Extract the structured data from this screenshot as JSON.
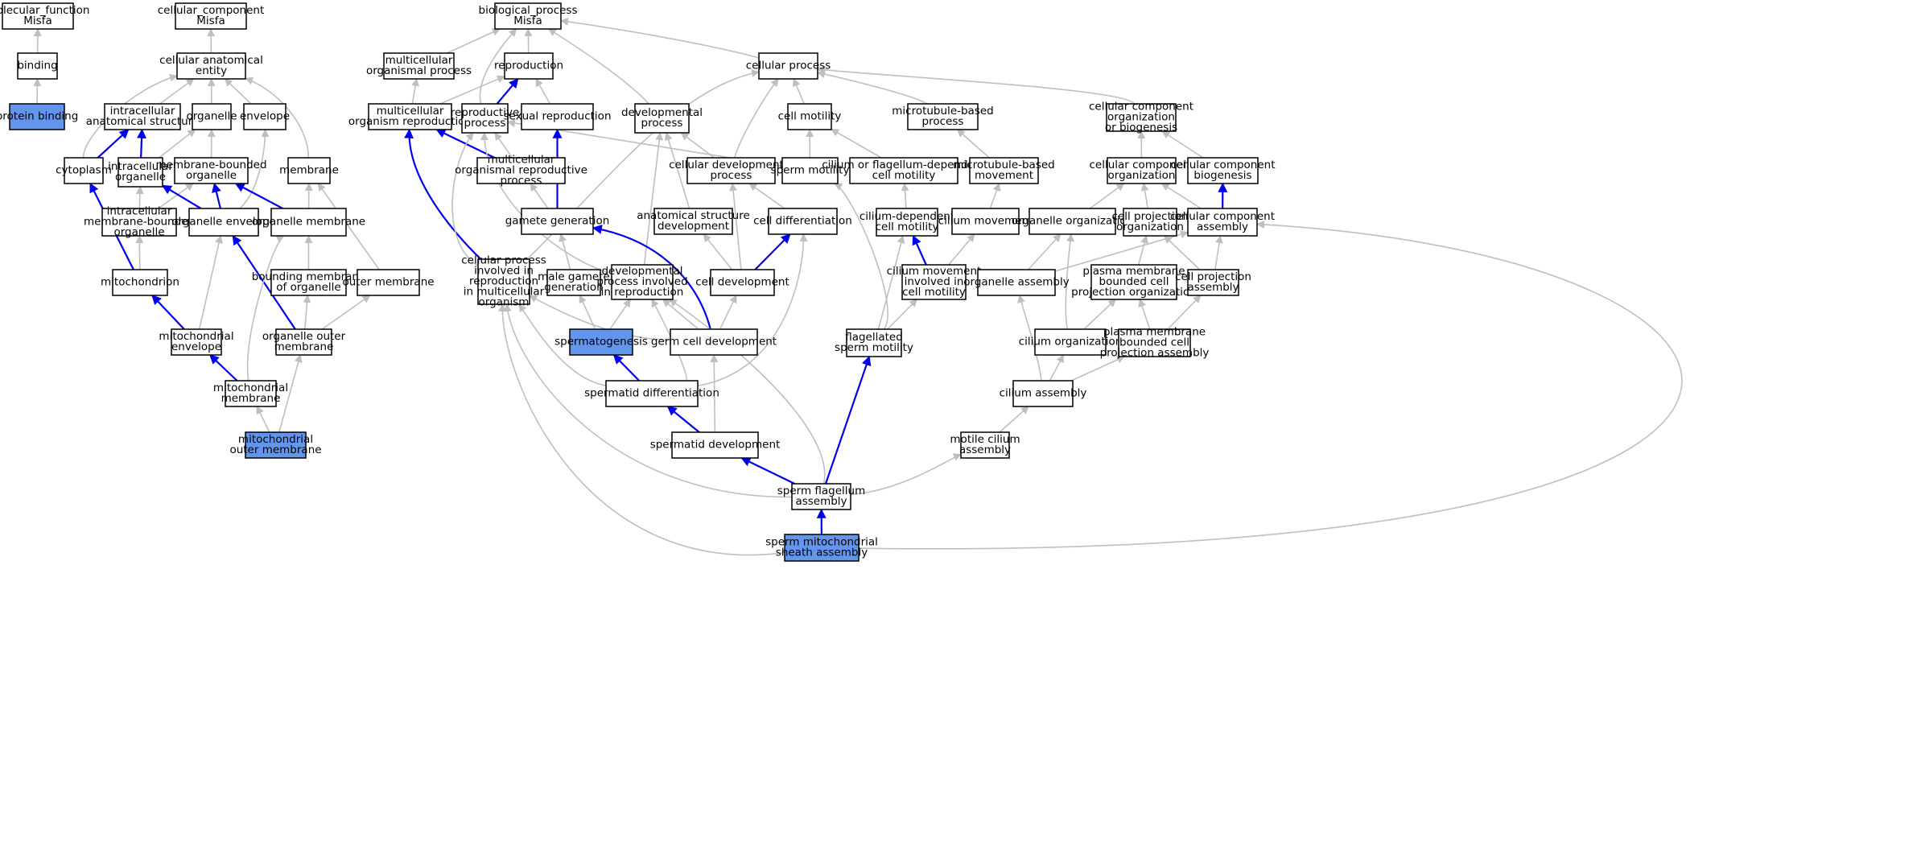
{
  "colors": {
    "node_fill": "#ffffff",
    "highlight_fill": "#6495ed",
    "gray_edge": "#bfbfbf",
    "blue_edge": "#0000ee"
  },
  "nodes": [
    {
      "id": "mf",
      "lines": [
        "molecular_function",
        "Misfa"
      ]
    },
    {
      "id": "binding",
      "lines": [
        "binding"
      ]
    },
    {
      "id": "protbind",
      "lines": [
        "protein binding"
      ],
      "highlight": true
    },
    {
      "id": "cc",
      "lines": [
        "cellular_component",
        "Misfa"
      ]
    },
    {
      "id": "cae",
      "lines": [
        "cellular anatomical",
        "entity"
      ]
    },
    {
      "id": "ias",
      "lines": [
        "intracellular",
        "anatomical structure"
      ]
    },
    {
      "id": "organelle",
      "lines": [
        "organelle"
      ]
    },
    {
      "id": "envelope",
      "lines": [
        "envelope"
      ]
    },
    {
      "id": "cytoplasm",
      "lines": [
        "cytoplasm"
      ]
    },
    {
      "id": "intorg",
      "lines": [
        "intracellular",
        "organelle"
      ]
    },
    {
      "id": "mbo",
      "lines": [
        "membrane-bounded",
        "organelle"
      ]
    },
    {
      "id": "membrane",
      "lines": [
        "membrane"
      ]
    },
    {
      "id": "imbo",
      "lines": [
        "intracellular",
        "membrane-bounded",
        "organelle"
      ]
    },
    {
      "id": "orgenv",
      "lines": [
        "organelle envelope"
      ]
    },
    {
      "id": "orgmem",
      "lines": [
        "organelle membrane"
      ]
    },
    {
      "id": "mito",
      "lines": [
        "mitochondrion"
      ]
    },
    {
      "id": "bmo",
      "lines": [
        "bounding membrane",
        "of organelle"
      ]
    },
    {
      "id": "outmem",
      "lines": [
        "outer membrane"
      ]
    },
    {
      "id": "mitoenv",
      "lines": [
        "mitochondrial",
        "envelope"
      ]
    },
    {
      "id": "oom",
      "lines": [
        "organelle outer",
        "membrane"
      ]
    },
    {
      "id": "mitomem",
      "lines": [
        "mitochondrial",
        "membrane"
      ]
    },
    {
      "id": "mom",
      "lines": [
        "mitochondrial",
        "outer membrane"
      ],
      "highlight": true
    },
    {
      "id": "bp",
      "lines": [
        "biological_process",
        "Misfa"
      ]
    },
    {
      "id": "mop",
      "lines": [
        "multicellular",
        "organismal process"
      ]
    },
    {
      "id": "repro",
      "lines": [
        "reproduction"
      ]
    },
    {
      "id": "cellproc",
      "lines": [
        "cellular process"
      ]
    },
    {
      "id": "mor",
      "lines": [
        "multicellular",
        "organism reproduction"
      ]
    },
    {
      "id": "reprop",
      "lines": [
        "reproductive",
        "process"
      ]
    },
    {
      "id": "sexrep",
      "lines": [
        "sexual reproduction"
      ]
    },
    {
      "id": "devp",
      "lines": [
        "developmental",
        "process"
      ]
    },
    {
      "id": "cellmot",
      "lines": [
        "cell motility"
      ]
    },
    {
      "id": "mtbp",
      "lines": [
        "microtubule-based",
        "process"
      ]
    },
    {
      "id": "ccob",
      "lines": [
        "cellular component",
        "organization",
        "or biogenesis"
      ]
    },
    {
      "id": "morp",
      "lines": [
        "multicellular",
        "organismal reproductive",
        "process"
      ]
    },
    {
      "id": "cdp",
      "lines": [
        "cellular developmental",
        "process"
      ]
    },
    {
      "id": "spmot",
      "lines": [
        "sperm motility"
      ]
    },
    {
      "id": "cfdcm",
      "lines": [
        "cilium or flagellum-dependent",
        "cell motility"
      ]
    },
    {
      "id": "mtbm",
      "lines": [
        "microtubule-based",
        "movement"
      ]
    },
    {
      "id": "cco",
      "lines": [
        "cellular component",
        "organization"
      ]
    },
    {
      "id": "ccb",
      "lines": [
        "cellular component",
        "biogenesis"
      ]
    },
    {
      "id": "gamgen",
      "lines": [
        "gamete generation"
      ]
    },
    {
      "id": "asd",
      "lines": [
        "anatomical structure",
        "development"
      ]
    },
    {
      "id": "celldiff",
      "lines": [
        "cell differentiation"
      ]
    },
    {
      "id": "cdcm",
      "lines": [
        "cilium-dependent",
        "cell motility"
      ]
    },
    {
      "id": "cilmov",
      "lines": [
        "cilium movement"
      ]
    },
    {
      "id": "orgorg",
      "lines": [
        "organelle organization"
      ]
    },
    {
      "id": "cpo",
      "lines": [
        "cell projection",
        "organization"
      ]
    },
    {
      "id": "cca",
      "lines": [
        "cellular component",
        "assembly"
      ]
    },
    {
      "id": "cpimo",
      "lines": [
        "cellular process",
        "involved in",
        "reproduction",
        "in multicellular",
        "organism"
      ]
    },
    {
      "id": "mgg",
      "lines": [
        "male gamete",
        "generation"
      ]
    },
    {
      "id": "dpir",
      "lines": [
        "developmental",
        "process involved",
        "in reproduction"
      ]
    },
    {
      "id": "celldev",
      "lines": [
        "cell development"
      ]
    },
    {
      "id": "cmicm",
      "lines": [
        "cilium movement",
        "involved in",
        "cell motility"
      ]
    },
    {
      "id": "orgasm",
      "lines": [
        "organelle assembly"
      ]
    },
    {
      "id": "pmbcpo",
      "lines": [
        "plasma membrane",
        "bounded cell",
        "projection organization"
      ]
    },
    {
      "id": "cpa",
      "lines": [
        "cell projection",
        "assembly"
      ]
    },
    {
      "id": "spermat",
      "lines": [
        "spermatogenesis"
      ],
      "highlight": true
    },
    {
      "id": "gcd",
      "lines": [
        "germ cell development"
      ]
    },
    {
      "id": "fsm",
      "lines": [
        "flagellated",
        "sperm motility"
      ]
    },
    {
      "id": "cilorg",
      "lines": [
        "cilium organization"
      ]
    },
    {
      "id": "pmbcpa",
      "lines": [
        "plasma membrane",
        "bounded cell",
        "projection assembly"
      ]
    },
    {
      "id": "sdiff",
      "lines": [
        "spermatid differentiation"
      ]
    },
    {
      "id": "cilasm",
      "lines": [
        "cilium assembly"
      ]
    },
    {
      "id": "sdev",
      "lines": [
        "spermatid development"
      ]
    },
    {
      "id": "mca",
      "lines": [
        "motile cilium",
        "assembly"
      ]
    },
    {
      "id": "sfa",
      "lines": [
        "sperm flagellum",
        "assembly"
      ]
    },
    {
      "id": "smsa",
      "lines": [
        "sperm mitochondrial",
        "sheath assembly"
      ],
      "highlight": true
    }
  ],
  "edges": [
    {
      "from": "binding",
      "to": "mf",
      "color": "gray"
    },
    {
      "from": "protbind",
      "to": "binding",
      "color": "gray"
    },
    {
      "from": "cae",
      "to": "cc",
      "color": "gray"
    },
    {
      "from": "ias",
      "to": "cae",
      "color": "gray"
    },
    {
      "from": "organelle",
      "to": "cae",
      "color": "gray"
    },
    {
      "from": "envelope",
      "to": "cae",
      "color": "gray"
    },
    {
      "from": "cytoplasm",
      "to": "cae",
      "color": "gray"
    },
    {
      "from": "membrane",
      "to": "cae",
      "color": "gray"
    },
    {
      "from": "cytoplasm",
      "to": "ias",
      "color": "blue"
    },
    {
      "from": "intorg",
      "to": "ias",
      "color": "blue"
    },
    {
      "from": "intorg",
      "to": "organelle",
      "color": "gray"
    },
    {
      "from": "mbo",
      "to": "organelle",
      "color": "gray"
    },
    {
      "from": "imbo",
      "to": "intorg",
      "color": "gray"
    },
    {
      "from": "imbo",
      "to": "mbo",
      "color": "gray"
    },
    {
      "from": "orgenv",
      "to": "intorg",
      "color": "blue"
    },
    {
      "from": "orgenv",
      "to": "mbo",
      "color": "blue"
    },
    {
      "from": "orgenv",
      "to": "envelope",
      "color": "gray"
    },
    {
      "from": "orgmem",
      "to": "mbo",
      "color": "blue"
    },
    {
      "from": "orgmem",
      "to": "membrane",
      "color": "gray"
    },
    {
      "from": "mito",
      "to": "cytoplasm",
      "color": "blue"
    },
    {
      "from": "mito",
      "to": "imbo",
      "color": "gray"
    },
    {
      "from": "bmo",
      "to": "orgmem",
      "color": "gray"
    },
    {
      "from": "outmem",
      "to": "membrane",
      "color": "gray"
    },
    {
      "from": "mitoenv",
      "to": "mito",
      "color": "blue"
    },
    {
      "from": "mitoenv",
      "to": "orgenv",
      "color": "gray"
    },
    {
      "from": "oom",
      "to": "orgenv",
      "color": "blue"
    },
    {
      "from": "oom",
      "to": "bmo",
      "color": "gray"
    },
    {
      "from": "oom",
      "to": "outmem",
      "color": "gray"
    },
    {
      "from": "mitomem",
      "to": "mitoenv",
      "color": "blue"
    },
    {
      "from": "mitomem",
      "to": "orgmem",
      "color": "gray"
    },
    {
      "from": "mom",
      "to": "mitomem",
      "color": "gray"
    },
    {
      "from": "mom",
      "to": "oom",
      "color": "gray"
    },
    {
      "from": "mop",
      "to": "bp",
      "color": "gray"
    },
    {
      "from": "repro",
      "to": "bp",
      "color": "gray"
    },
    {
      "from": "cellproc",
      "to": "bp",
      "color": "gray"
    },
    {
      "from": "reprop",
      "to": "bp",
      "color": "gray"
    },
    {
      "from": "devp",
      "to": "bp",
      "color": "gray"
    },
    {
      "from": "mor",
      "to": "mop",
      "color": "gray"
    },
    {
      "from": "mor",
      "to": "repro",
      "color": "gray"
    },
    {
      "from": "reprop",
      "to": "repro",
      "color": "blue"
    },
    {
      "from": "sexrep",
      "to": "repro",
      "color": "gray"
    },
    {
      "from": "cellmot",
      "to": "cellproc",
      "color": "gray"
    },
    {
      "from": "mtbp",
      "to": "cellproc",
      "color": "gray"
    },
    {
      "from": "ccob",
      "to": "cellproc",
      "color": "gray"
    },
    {
      "from": "cdp",
      "to": "cellproc",
      "color": "gray"
    },
    {
      "from": "cpimo",
      "to": "cellproc",
      "color": "gray"
    },
    {
      "from": "morp",
      "to": "mor",
      "color": "blue"
    },
    {
      "from": "morp",
      "to": "reprop",
      "color": "gray"
    },
    {
      "from": "cdp",
      "to": "devp",
      "color": "gray"
    },
    {
      "from": "asd",
      "to": "devp",
      "color": "gray"
    },
    {
      "from": "dpir",
      "to": "devp",
      "color": "gray"
    },
    {
      "from": "spmot",
      "to": "cellmot",
      "color": "gray"
    },
    {
      "from": "spmot",
      "to": "reprop",
      "color": "gray"
    },
    {
      "from": "cfdcm",
      "to": "cellmot",
      "color": "gray"
    },
    {
      "from": "mtbm",
      "to": "mtbp",
      "color": "gray"
    },
    {
      "from": "cco",
      "to": "ccob",
      "color": "gray"
    },
    {
      "from": "ccb",
      "to": "ccob",
      "color": "gray"
    },
    {
      "from": "gamgen",
      "to": "sexrep",
      "color": "blue"
    },
    {
      "from": "gamgen",
      "to": "morp",
      "color": "gray"
    },
    {
      "from": "celldiff",
      "to": "cdp",
      "color": "gray"
    },
    {
      "from": "cdcm",
      "to": "cfdcm",
      "color": "gray"
    },
    {
      "from": "cilmov",
      "to": "mtbm",
      "color": "gray"
    },
    {
      "from": "orgorg",
      "to": "cco",
      "color": "gray"
    },
    {
      "from": "cpo",
      "to": "cco",
      "color": "gray"
    },
    {
      "from": "cca",
      "to": "cco",
      "color": "gray"
    },
    {
      "from": "cca",
      "to": "ccb",
      "color": "blue"
    },
    {
      "from": "cpimo",
      "to": "mor",
      "color": "blue"
    },
    {
      "from": "cpimo",
      "to": "reprop",
      "color": "gray"
    },
    {
      "from": "mgg",
      "to": "gamgen",
      "color": "gray"
    },
    {
      "from": "dpir",
      "to": "reprop",
      "color": "gray"
    },
    {
      "from": "celldev",
      "to": "celldiff",
      "color": "blue"
    },
    {
      "from": "celldev",
      "to": "cdp",
      "color": "gray"
    },
    {
      "from": "celldev",
      "to": "asd",
      "color": "gray"
    },
    {
      "from": "cmicm",
      "to": "cdcm",
      "color": "blue"
    },
    {
      "from": "cmicm",
      "to": "cilmov",
      "color": "gray"
    },
    {
      "from": "orgasm",
      "to": "cca",
      "color": "gray"
    },
    {
      "from": "orgasm",
      "to": "orgorg",
      "color": "gray"
    },
    {
      "from": "pmbcpo",
      "to": "cpo",
      "color": "gray"
    },
    {
      "from": "cpa",
      "to": "cpo",
      "color": "gray"
    },
    {
      "from": "cpa",
      "to": "cca",
      "color": "gray"
    },
    {
      "from": "spermat",
      "to": "mgg",
      "color": "gray"
    },
    {
      "from": "spermat",
      "to": "dpir",
      "color": "gray"
    },
    {
      "from": "gcd",
      "to": "gamgen",
      "color": "blue"
    },
    {
      "from": "gcd",
      "to": "dpir",
      "color": "gray"
    },
    {
      "from": "gcd",
      "to": "celldev",
      "color": "gray"
    },
    {
      "from": "gcd",
      "to": "cpimo",
      "color": "gray"
    },
    {
      "from": "fsm",
      "to": "cdcm",
      "color": "gray"
    },
    {
      "from": "fsm",
      "to": "spmot",
      "color": "gray"
    },
    {
      "from": "fsm",
      "to": "cmicm",
      "color": "gray"
    },
    {
      "from": "cilorg",
      "to": "pmbcpo",
      "color": "gray"
    },
    {
      "from": "cilorg",
      "to": "orgorg",
      "color": "gray"
    },
    {
      "from": "pmbcpa",
      "to": "pmbcpo",
      "color": "gray"
    },
    {
      "from": "pmbcpa",
      "to": "cpa",
      "color": "gray"
    },
    {
      "from": "sdiff",
      "to": "spermat",
      "color": "blue"
    },
    {
      "from": "sdiff",
      "to": "dpir",
      "color": "gray"
    },
    {
      "from": "sdiff",
      "to": "celldiff",
      "color": "gray"
    },
    {
      "from": "sdiff",
      "to": "cpimo",
      "color": "gray"
    },
    {
      "from": "cilasm",
      "to": "cilorg",
      "color": "gray"
    },
    {
      "from": "cilasm",
      "to": "pmbcpa",
      "color": "gray"
    },
    {
      "from": "cilasm",
      "to": "orgasm",
      "color": "gray"
    },
    {
      "from": "sdev",
      "to": "sdiff",
      "color": "blue"
    },
    {
      "from": "sdev",
      "to": "gcd",
      "color": "gray"
    },
    {
      "from": "mca",
      "to": "cilasm",
      "color": "gray"
    },
    {
      "from": "sfa",
      "to": "sdev",
      "color": "blue"
    },
    {
      "from": "sfa",
      "to": "fsm",
      "color": "blue"
    },
    {
      "from": "sfa",
      "to": "mca",
      "color": "gray"
    },
    {
      "from": "sfa",
      "to": "dpir",
      "color": "gray"
    },
    {
      "from": "sfa",
      "to": "cpimo",
      "color": "gray"
    },
    {
      "from": "smsa",
      "to": "sfa",
      "color": "blue"
    },
    {
      "from": "smsa",
      "to": "cpimo",
      "color": "gray"
    },
    {
      "from": "smsa",
      "to": "cca",
      "color": "gray"
    }
  ]
}
